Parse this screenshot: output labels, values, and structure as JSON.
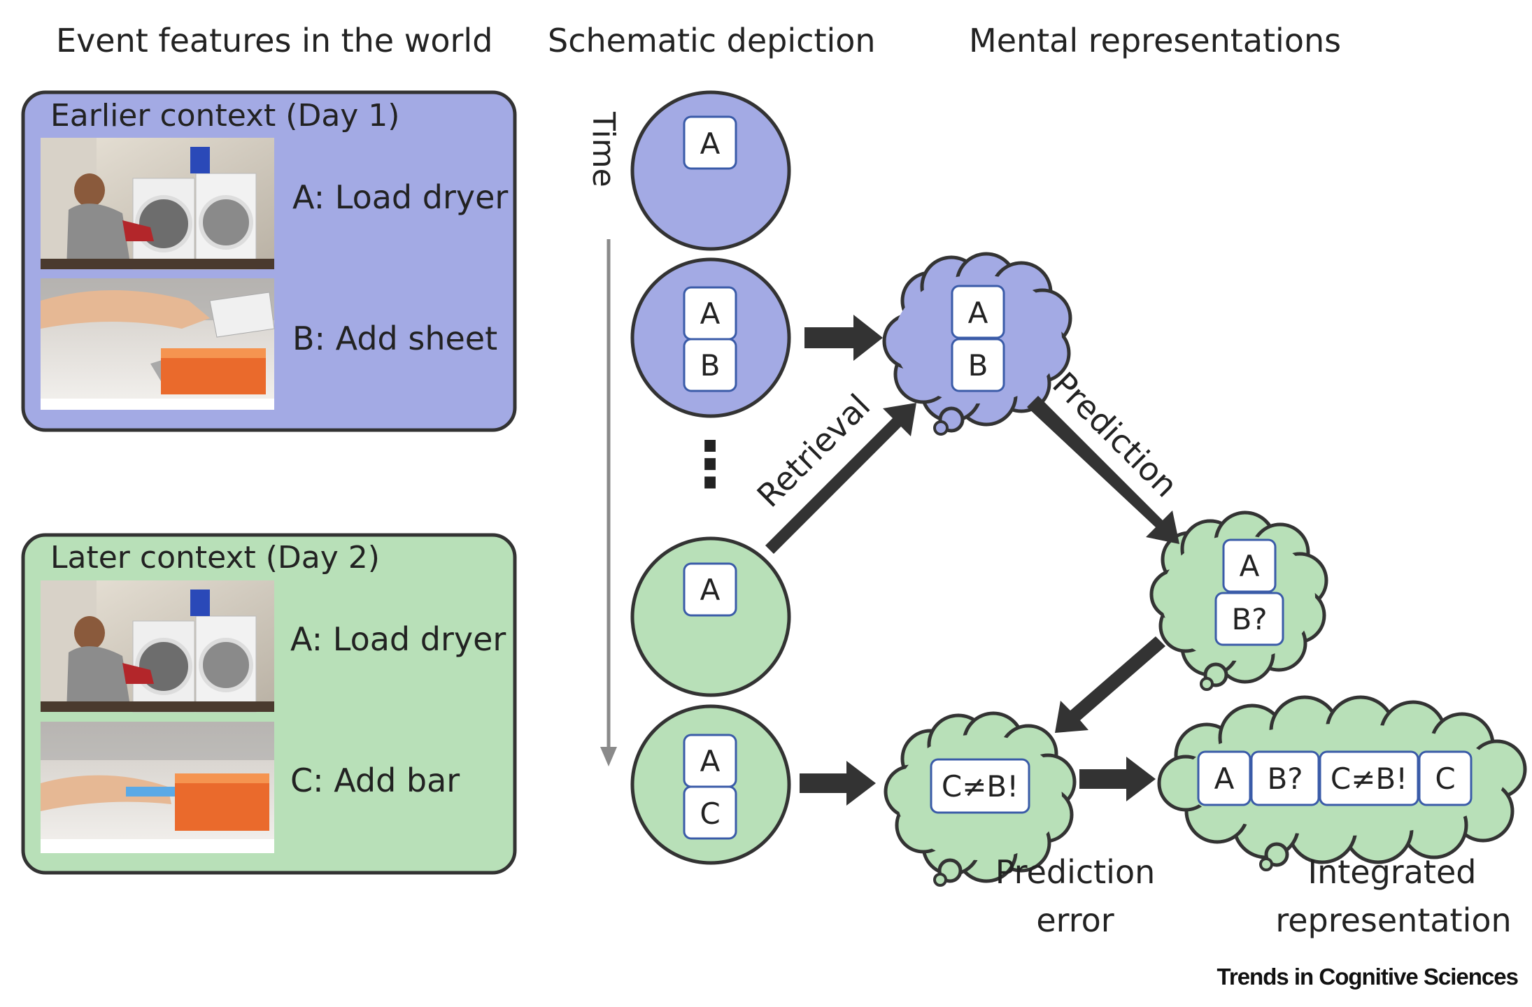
{
  "headers": {
    "world": "Event features in the world",
    "schematic": "Schematic depiction",
    "mental": "Mental representations"
  },
  "contexts": [
    {
      "title": "Earlier context (Day 1)",
      "color": "#a3aae4",
      "events": [
        "A: Load dryer",
        "B: Add sheet"
      ],
      "photos": [
        "woman-loading-dryer-photo",
        "hand-taking-dryer-sheet-photo"
      ]
    },
    {
      "title": "Later context (Day 2)",
      "color": "#b8e0b8",
      "events": [
        "A: Load dryer",
        "C: Add bar"
      ],
      "photos": [
        "woman-loading-dryer-photo",
        "hand-placing-dryer-bar-photo"
      ]
    }
  ],
  "timeline": {
    "label": "Time",
    "ellipsis": "⋮"
  },
  "circles": [
    {
      "color": "#a3aae4",
      "items": [
        "A"
      ]
    },
    {
      "color": "#a3aae4",
      "items": [
        "A",
        "B"
      ]
    },
    {
      "color": "#b8e0b8",
      "items": [
        "A"
      ]
    },
    {
      "color": "#b8e0b8",
      "items": [
        "A",
        "C"
      ]
    }
  ],
  "thoughts": {
    "memory": {
      "color": "#a3aae4",
      "items": [
        "A",
        "B"
      ]
    },
    "prediction": {
      "color": "#b8e0b8",
      "items": [
        "A",
        "B?"
      ]
    },
    "error": {
      "color": "#b8e0b8",
      "items": [
        "C≠B!"
      ],
      "caption": [
        "Prediction",
        "error"
      ]
    },
    "integrated": {
      "color": "#b8e0b8",
      "items": [
        "A",
        "B?",
        "C≠B!",
        "C"
      ],
      "caption": [
        "Integrated",
        "representation"
      ]
    }
  },
  "arrows": {
    "retrieval": "Retrieval",
    "prediction": "Prediction"
  },
  "credit": "Trends in Cognitive Sciences",
  "colors": {
    "blue": "#a3aae4",
    "green": "#b8e0b8",
    "outline": "#333333",
    "arrow": "#333333",
    "box_border": "#3a5ba8"
  }
}
